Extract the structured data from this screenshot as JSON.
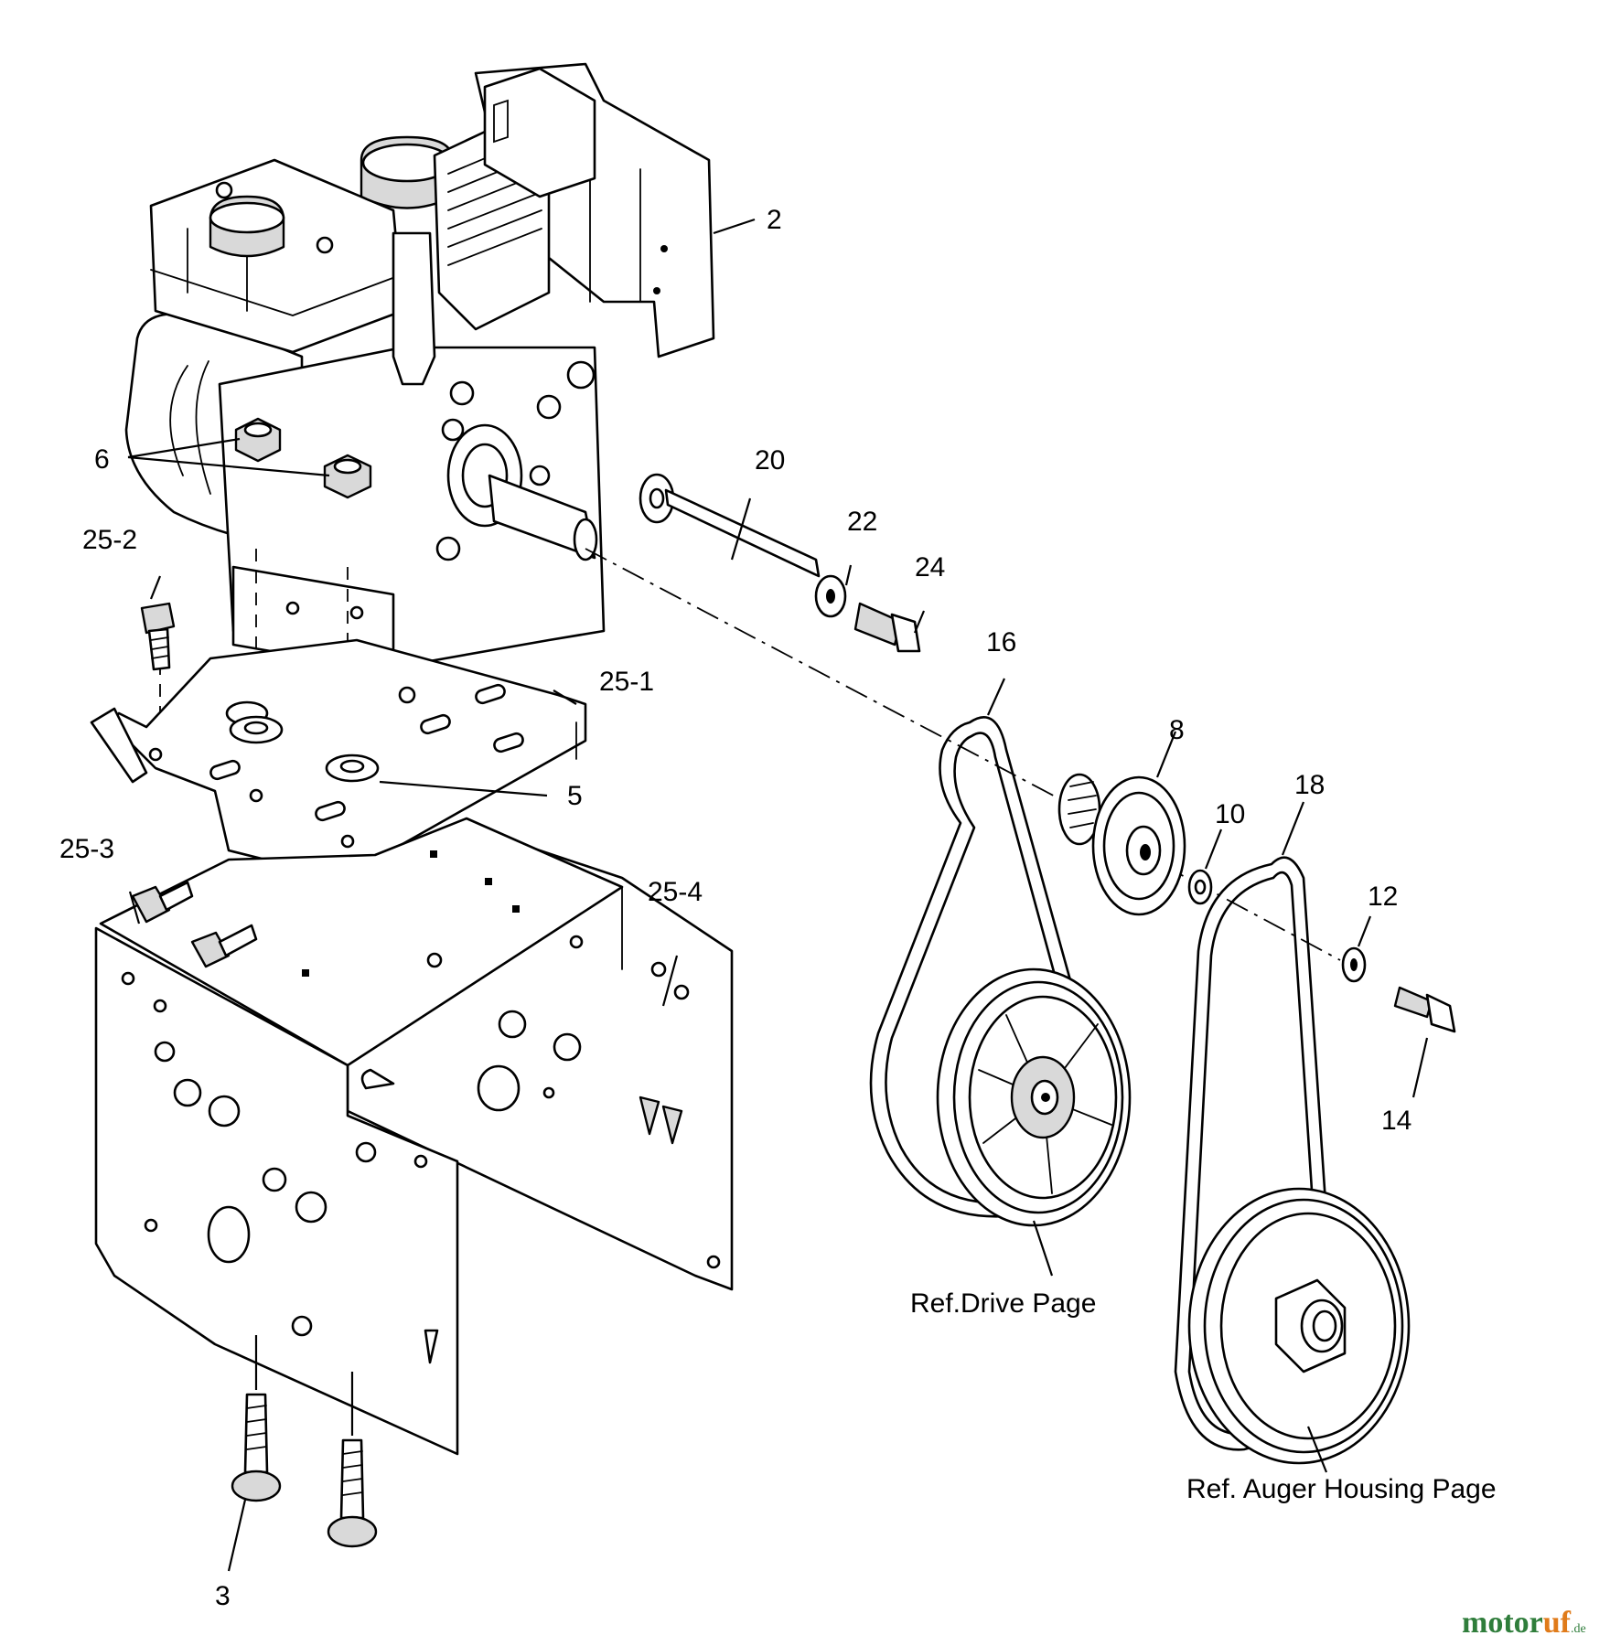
{
  "callouts": {
    "c2": "2",
    "c3": "3",
    "c5": "5",
    "c6": "6",
    "c8": "8",
    "c10": "10",
    "c12": "12",
    "c14": "14",
    "c16": "16",
    "c18": "18",
    "c20": "20",
    "c22": "22",
    "c24": "24",
    "c25_1": "25-1",
    "c25_2": "25-2",
    "c25_3": "25-3",
    "c25_4": "25-4"
  },
  "references": {
    "drive": "Ref.Drive Page",
    "auger": "Ref. Auger Housing Page"
  },
  "watermark": {
    "part1": "motor",
    "part2": "uf",
    "suffix": ".de"
  }
}
